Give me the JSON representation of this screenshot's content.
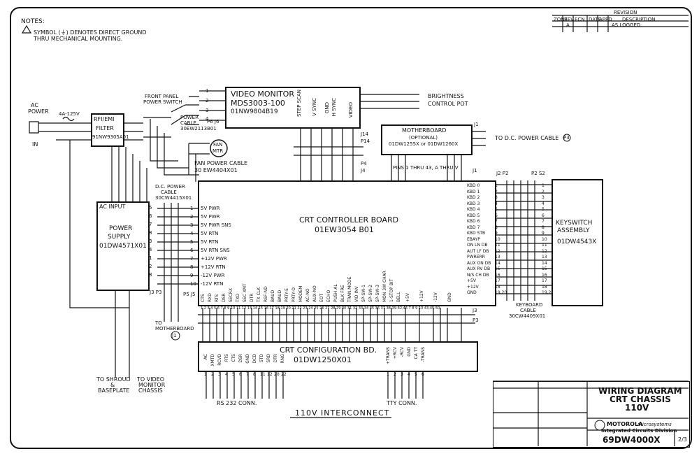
{
  "notes": {
    "title": "NOTES:",
    "line1": "SYMBOL (⏚) DENOTES DIRECT GROUND",
    "line2": "THRU MECHANICAL MOUNTING."
  },
  "revision": {
    "title": "REVISION",
    "cols": [
      "ZONE",
      "REV",
      "ECN",
      "DATE",
      "APPD",
      "DESCRIPTION"
    ],
    "row": [
      "",
      "A",
      "",
      "",
      "",
      "AS LOGGED"
    ]
  },
  "ac_power": {
    "label1": "AC",
    "label2": "POWER",
    "in": "IN",
    "fuse": "4A-125V"
  },
  "rfi_filter": {
    "line1": "RFI/EMI",
    "line2": "FILTER",
    "part": "91NW9305A01"
  },
  "power_switch": {
    "label1": "FRONT PANEL",
    "label2": "POWER SWITCH"
  },
  "power_cable": {
    "line1": "POWER",
    "line2": "CABLE",
    "part": "30EW2113B01",
    "conn": "P6 J6"
  },
  "video_monitor": {
    "line1": "VIDEO MONITOR",
    "line2": "MDS3003-100",
    "part": "01NW9804B19"
  },
  "monitor_pins": [
    "1",
    "2",
    "3",
    "4"
  ],
  "monitor_signals": [
    "STEP SCAN",
    "V SYNC",
    "GND",
    "H SYNC",
    "VIDEO"
  ],
  "brightness": {
    "line1": "BRIGHTNESS",
    "line2": "CONTROL POT"
  },
  "fan": {
    "line1": "FAN",
    "line2": "MTR"
  },
  "fan_cable": {
    "line1": "FAN POWER CABLE",
    "line2": "30 EW4404X01"
  },
  "motherboard": {
    "line1": "MOTHERBOARD",
    "line2": "(OPTIONAL)",
    "part": "01DW1255X or 01DW1260X"
  },
  "motherboard_pins": "PINS 1 THRU 43, A THRU V",
  "dc_power_cable_to": "TO D.C. POWER CABLE",
  "p3_circle": "P3",
  "j1": "J1",
  "j14p14": [
    "J14",
    "P14"
  ],
  "p4j4": [
    "P4",
    "J4"
  ],
  "power_supply": {
    "input": "AC INPUT",
    "line1": "POWER",
    "line2": "SUPPLY",
    "part": "01DW4571X01",
    "pins": [
      "5",
      "6",
      "7",
      "8",
      "3",
      "4",
      "1",
      "2",
      "8"
    ],
    "conn": "J3 P3"
  },
  "dc_cable": {
    "line1": "D.C. POWER",
    "line2": "CABLE",
    "part": "30CW4415X01"
  },
  "power_rails": [
    "5V PWR",
    "5V PWR",
    "5V PWR SNS",
    "5V RTN",
    "5V RTN",
    "5V RTN SNS",
    "+12V PWR",
    "+12V RTN",
    "-12V PWR",
    "-12V RTN"
  ],
  "rail_pins": [
    "1",
    "2",
    "3",
    "4",
    "5",
    "6",
    "7",
    "8",
    "9",
    "10"
  ],
  "crt_board": {
    "line1": "CRT CONTROLLER BOARD",
    "part": "01EW3054 B01",
    "conn": "P5 J5"
  },
  "to_motherboard": {
    "line1": "TO",
    "line2": "MOTHERBOARD",
    "circle": "J1"
  },
  "kbd_signals": [
    "KBD 0",
    "KBD 1",
    "KBD 2",
    "KBD 3",
    "KBD 4",
    "KBD 5",
    "KBD 6",
    "KBD 7",
    "KBD STB",
    "EBAYP",
    "ON LN DB",
    "AUT LF DB",
    "PWRERR",
    "AUX ON DB",
    "AUX RV DB",
    "N/S CH DB",
    "+5V",
    "+12V",
    "GND"
  ],
  "kbd_pins": [
    "1",
    "2",
    "3",
    "4",
    "5",
    "6",
    "7",
    "8",
    "9",
    "10",
    "11",
    "12",
    "13",
    "14",
    "15",
    "16",
    "17",
    "18",
    "19,20"
  ],
  "j2p2": "J2 P2",
  "p2s2": "P2 S2",
  "keyswitch": {
    "line1": "KEYSWITCH",
    "line2": "ASSEMBLY",
    "part": "01DW4543X"
  },
  "keyboard_cable": {
    "line1": "KEYBOARD",
    "line2": "CABLE",
    "part": "30CW4409X01"
  },
  "config_signals": [
    "CTS",
    "RXD",
    "RTS",
    "DSR",
    "SECRX",
    "TXD",
    "SEC XMT",
    "DTR",
    "TX CLK",
    "RSF-ND",
    "BAUD",
    "BAUD",
    "PRTY-E",
    "PRTY-O",
    "MODEM",
    "AC-NO",
    "AUX-NO",
    "EOT",
    "ECHO",
    "PUSH AL",
    "BLK FRE",
    "TRAN.MODE",
    "VID INV",
    "SP-SW-1",
    "SP-SW-2",
    "SP-SW-3",
    "MON 3W CHAR",
    "1-STOP BIT",
    "BELL",
    "+5V",
    "+12V",
    "-12V",
    "GND"
  ],
  "config_pin_groups": [
    "1",
    "2",
    "3",
    "4",
    "5",
    "6",
    "7",
    "8",
    "9",
    "10",
    "11",
    "12",
    "13",
    "14",
    "15",
    "16",
    "17",
    "18",
    "19",
    "20",
    "21",
    "22",
    "23",
    "24",
    "25",
    "26",
    "27",
    "28",
    "29",
    "30",
    "31",
    "32",
    "33",
    "34",
    "35",
    "36",
    "37",
    "38",
    "39-42,46",
    "7",
    "8",
    "9",
    "10",
    "43,45-50"
  ],
  "j3p3": [
    "J3",
    "P3"
  ],
  "config_board": {
    "line1": "CRT CONFIGURATION BD.",
    "part": "01DW1250X01"
  },
  "rs232_signals": [
    "AC",
    "XMTD",
    "RCVD",
    "RTS",
    "CTS",
    "DSR",
    "GND",
    "DCD",
    "STD",
    "SRD",
    "DTR",
    "RNG"
  ],
  "rs232_pins": [
    "1",
    "2",
    "3",
    "4",
    "5",
    "6",
    "7",
    "8",
    "11",
    "12",
    "20",
    "22"
  ],
  "rs232_conn": "RS 232 CONN.",
  "tty_signals": [
    "+TRANS",
    "+RCV",
    "-RCV",
    "GND",
    "CA TT",
    "-TRANS"
  ],
  "tty_pins": [
    "1",
    "2",
    "3",
    "4",
    "5",
    "6"
  ],
  "tty_conn": "TTY CONN.",
  "shroud": {
    "line1": "TO SHROUD",
    "line2": "&",
    "line3": "BASEPLATE"
  },
  "video_chassis": {
    "line1": "TO VIDEO",
    "line2": "MONITOR",
    "line3": "CHASSIS"
  },
  "footer_label": "110V INTERCONNECT",
  "title_block": {
    "title1": "WIRING DIAGRAM",
    "title2": "CRT CHASSIS",
    "title3": "110V",
    "company": "MOTOROLA",
    "company_sub": "microsystems",
    "division": "Integrated Circuits Division",
    "drawing_no": "69DW4000X",
    "sheet": "2/3"
  }
}
